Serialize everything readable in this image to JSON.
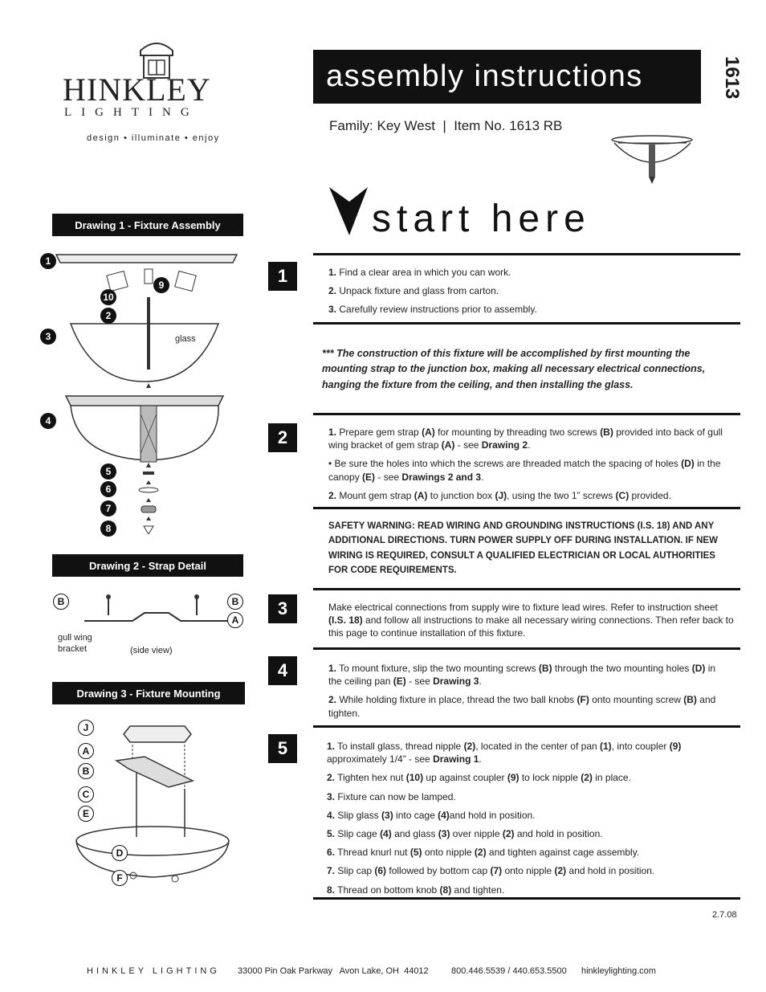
{
  "brand": {
    "name": "HINKLEY",
    "sub": "LIGHTING",
    "tagline": "design • illuminate • enjoy"
  },
  "header": {
    "title": "assembly instructions",
    "item_number": "1613",
    "family_line": "Family: Key West  |  Item No. 1613 RB",
    "start": "start here"
  },
  "drawings": {
    "d1": "Drawing 1 - Fixture Assembly",
    "d2": "Drawing 2 - Strap Detail",
    "d3": "Drawing 3 - Fixture Mounting",
    "glass_label": "glass",
    "gull_wing": "gull wing",
    "bracket": "bracket",
    "side_view": "(side view)",
    "callouts_d1": [
      "1",
      "10",
      "9",
      "2",
      "3",
      "4",
      "5",
      "6",
      "7",
      "8"
    ],
    "callouts_d2": [
      "B",
      "B",
      "A"
    ],
    "callouts_d3": [
      "J",
      "A",
      "B",
      "C",
      "E",
      "D",
      "F"
    ]
  },
  "steps": [
    {
      "num": "1"
    },
    {
      "num": "2"
    },
    {
      "num": "3"
    },
    {
      "num": "4"
    },
    {
      "num": "5"
    }
  ],
  "step1": {
    "l1n": "1.",
    "l1": " Find a clear area in which you can work.",
    "l2n": "2.",
    "l2": " Unpack fixture and glass from carton.",
    "l3n": "3.",
    "l3": " Carefully review instructions prior to assembly."
  },
  "note": "*** The construction of this fixture will be accomplished by first mounting the mounting strap to the junction box, making all necessary electrical connections, hanging the fixture from the ceiling, and then installing the glass.",
  "step2": {
    "a1": "1.",
    "a2": " Prepare gem strap ",
    "a3": "(A)",
    "a4": " for mounting by threading two screws ",
    "a5": "(B)",
    "a6": " provided into back of gull wing bracket of gem strap ",
    "a7": "(A)",
    "a8": " - see ",
    "a9": "Drawing 2",
    "a10": ".",
    "b1": "• Be sure the holes into which the screws are threaded match the spacing of holes ",
    "b2": "(D)",
    "b3": " in the canopy ",
    "b4": "(E)",
    "b5": " - see ",
    "b6": "Drawings 2 and 3",
    "b7": ".",
    "c1": "2.",
    "c2": " Mount gem strap ",
    "c3": "(A)",
    "c4": " to junction box ",
    "c5": "(J)",
    "c6": ", using the two 1” screws ",
    "c7": "(C)",
    "c8": " provided."
  },
  "warning": "SAFETY WARNING: READ WIRING AND GROUNDING INSTRUCTIONS (I.S. 18) AND ANY ADDITIONAL DIRECTIONS. TURN POWER SUPPLY OFF DURING INSTALLATION. IF NEW WIRING IS REQUIRED, CONSULT A QUALIFIED ELECTRICIAN OR LOCAL AUTHORITIES FOR CODE REQUIREMENTS.",
  "step3": {
    "a1": "Make electrical connections from supply wire to fixture lead wires. Refer to instruction sheet ",
    "a2": "(I.S. 18)",
    "a3": " and follow all instructions to make all necessary wiring connections. Then refer back to this page to continue installation of this fixture."
  },
  "step4": {
    "a1": "1.",
    "a2": " To mount fixture, slip the two mounting screws ",
    "a3": "(B)",
    "a4": " through the two mounting holes ",
    "a5": "(D)",
    "a6": " in the ceiling pan ",
    "a7": "(E)",
    "a8": " - see ",
    "a9": "Drawing 3",
    "a10": ".",
    "b1": "2.",
    "b2": " While holding fixture in place, thread the two ball knobs ",
    "b3": "(F)",
    "b4": " onto mounting screw ",
    "b5": "(B)",
    "b6": " and tighten."
  },
  "step5": {
    "l1": [
      "1.",
      " To install glass, thread nipple ",
      "(2)",
      ", located in the center of pan ",
      "(1)",
      ", into coupler ",
      "(9)",
      " approximately 1/4” - see ",
      "Drawing 1",
      "."
    ],
    "l2": [
      "2.",
      " Tighten hex nut ",
      "(10)",
      " up against coupler ",
      "(9)",
      " to lock nipple ",
      "(2)",
      " in place."
    ],
    "l3": [
      "3.",
      " Fixture can now be lamped."
    ],
    "l4": [
      "4.",
      " Slip glass ",
      "(3)",
      " into cage ",
      "(4)",
      "and hold in position."
    ],
    "l5": [
      "5.",
      " Slip cage ",
      "(4)",
      " and glass ",
      "(3)",
      " over nipple ",
      "(2)",
      " and hold in position."
    ],
    "l6": [
      "6.",
      " Thread knurl nut ",
      "(5)",
      " onto nipple ",
      "(2)",
      " and tighten against cage assembly."
    ],
    "l7": [
      "7.",
      " Slip cap ",
      "(6)",
      " followed by bottom cap ",
      "(7)",
      " onto nipple ",
      "(2)",
      " and hold in position."
    ],
    "l8": [
      "8.",
      " Thread on bottom knob ",
      "(8)",
      " and tighten."
    ]
  },
  "date": "2.7.08",
  "footer": {
    "company": "HINKLEY LIGHTING",
    "address": "33000 Pin Oak Parkway   Avon Lake, OH  44012",
    "phone": "800.446.5539 / 440.653.5500",
    "web": "hinkleylighting.com"
  }
}
